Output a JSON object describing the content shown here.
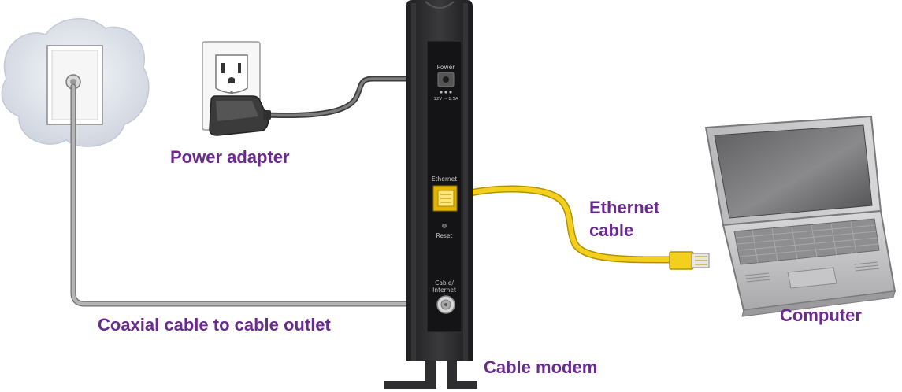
{
  "colors": {
    "label": "#6a2a90",
    "modem_body": "#2a2a2c",
    "modem_panel": "#141416",
    "cable_gray": "#a9a9a9",
    "cable_gray_edge": "#6e6e6e",
    "ethernet_yellow": "#f3cf1e",
    "ethernet_edge": "#b59200",
    "cloud": "#dfe3ec",
    "port_text": "#c8c8c8"
  },
  "labels": {
    "power_adapter": "Power adapter",
    "ethernet_cable_line1": "Ethernet",
    "ethernet_cable_line2": "cable",
    "computer": "Computer",
    "coaxial_cable": "Coaxial cable to cable outlet",
    "cable_modem": "Cable modem"
  },
  "modem_ports": {
    "power": "Power",
    "power_spec": "12V ⎓ 1.5A",
    "ethernet": "Ethernet",
    "reset": "Reset",
    "cable_line1": "Cable/",
    "cable_line2": "Internet"
  },
  "icons": [
    "wall-cable-outlet-icon",
    "electrical-outlet-icon",
    "power-adapter-icon",
    "cable-modem-icon",
    "ethernet-connector-icon",
    "laptop-computer-icon"
  ]
}
